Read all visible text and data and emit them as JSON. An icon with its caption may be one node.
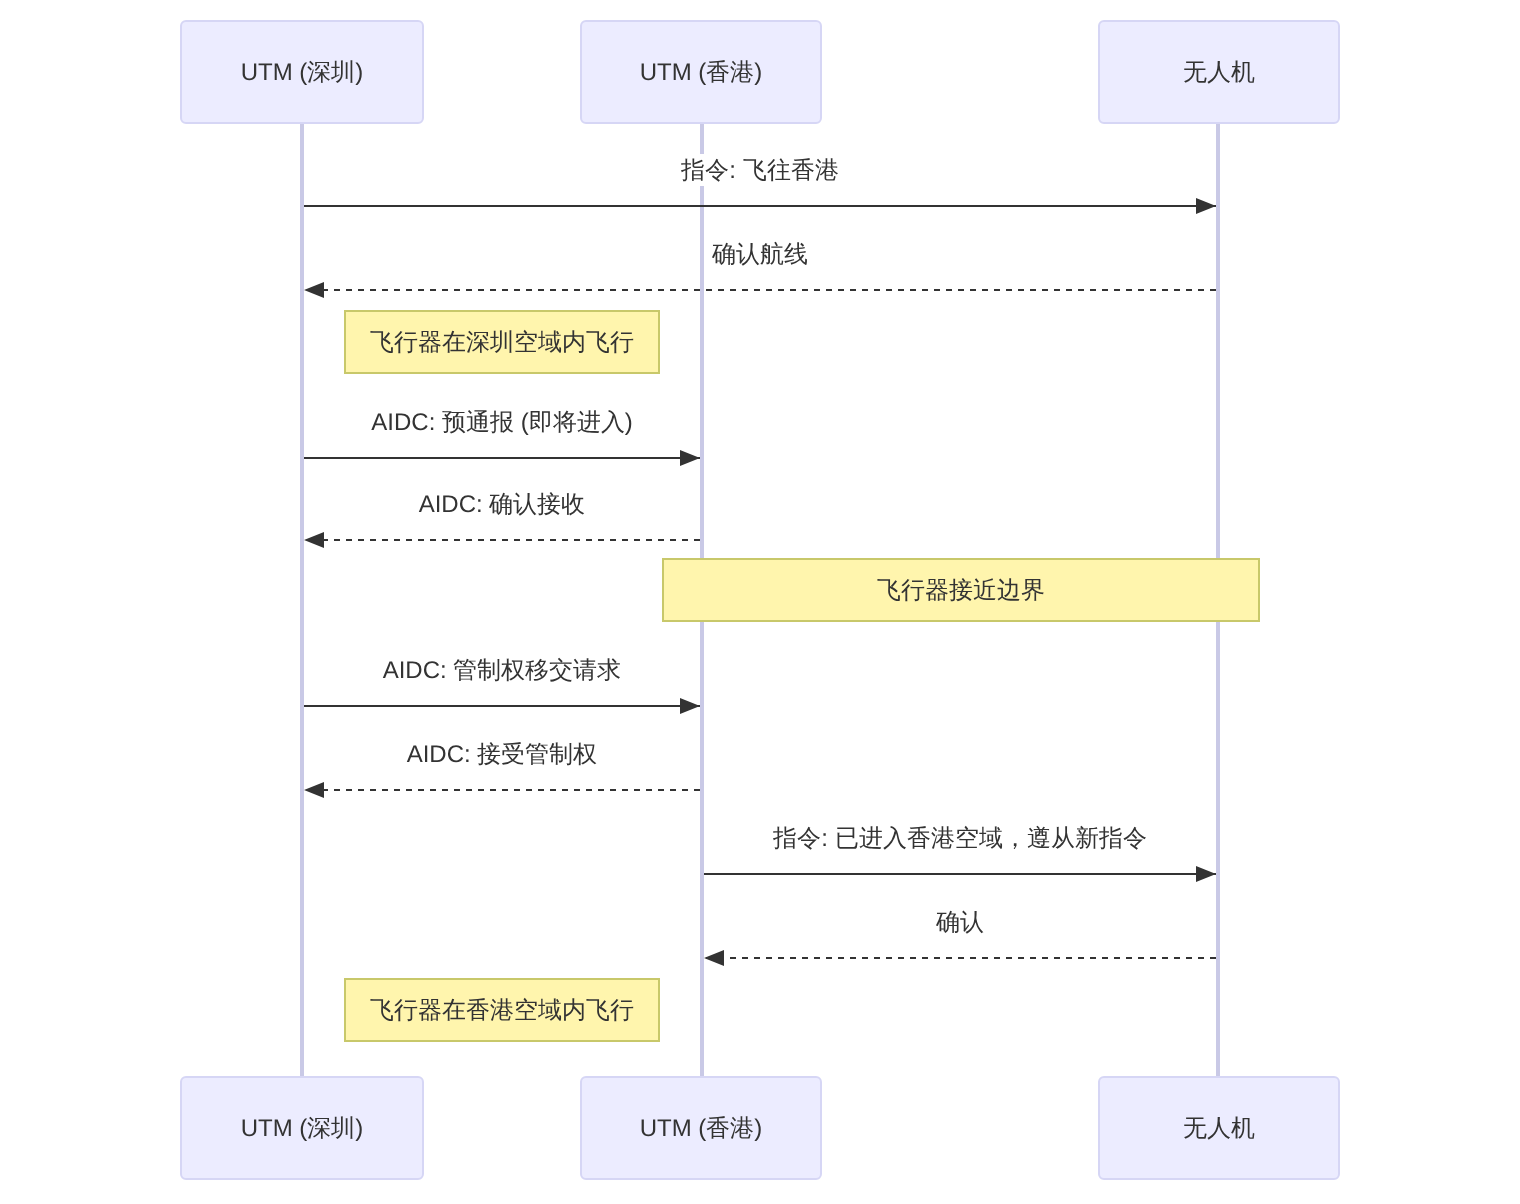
{
  "diagram": {
    "nodes": [
      {
        "text": [
          "UTM (深圳)"
        ]
      },
      {
        "text": [
          "UTM (香港)"
        ]
      },
      {
        "text": [
          "无人机"
        ]
      },
      {
        "text": [],
        "shape": "bar"
      },
      {
        "text": [],
        "shape": "bar"
      },
      {
        "text": [],
        "shape": "bar"
      },
      {
        "text": [
          "飞行器在深圳空域内飞行"
        ]
      },
      {
        "text": [
          "飞行器接近边界"
        ]
      },
      {
        "text": [
          "飞行器在香港空域内飞行"
        ]
      },
      {
        "text": [
          "UTM (深圳)"
        ]
      },
      {
        "text": [
          "UTM (香港)"
        ]
      },
      {
        "text": [
          "无人机"
        ]
      }
    ],
    "edges": [
      {
        "from": 3,
        "to": 5,
        "arrow": "to",
        "label": "指令: 飞往香港"
      },
      {
        "from": 5,
        "to": 3,
        "arrow": "to",
        "label": "确认航线",
        "style": "dashed"
      },
      {
        "from": 3,
        "to": 4,
        "arrow": "to",
        "label": "AIDC: 预通报 (即将进入)"
      },
      {
        "from": 4,
        "to": 3,
        "arrow": "to",
        "label": "AIDC: 确认接收",
        "style": "dashed"
      },
      {
        "from": 3,
        "to": 4,
        "arrow": "to",
        "label": "AIDC: 管制权移交请求"
      },
      {
        "from": 4,
        "to": 3,
        "arrow": "to",
        "label": "AIDC: 接受管制权",
        "style": "dashed"
      },
      {
        "from": 4,
        "to": 5,
        "arrow": "to",
        "label": "指令: 已进入香港空域，遵从新指令"
      },
      {
        "from": 5,
        "to": 4,
        "arrow": "to",
        "label": "确认",
        "style": "dashed"
      }
    ]
  }
}
